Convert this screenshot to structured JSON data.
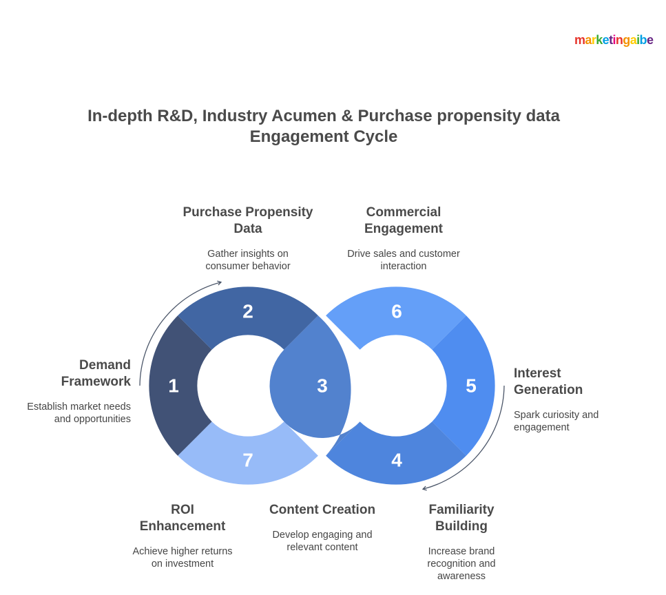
{
  "logo": {
    "text": "marketingaibe",
    "colors": [
      "#e6332a",
      "#f39200",
      "#ffcc00",
      "#3aaa35",
      "#009fe3",
      "#662483",
      "#e6007e"
    ]
  },
  "title": {
    "line1": "In-depth R&D, Industry Acumen & Purchase propensity data",
    "line2": "Engagement Cycle"
  },
  "segments": [
    {
      "number": "1",
      "color": "#415276"
    },
    {
      "number": "2",
      "color": "#4166a3"
    },
    {
      "number": "3",
      "color": "#5282ce"
    },
    {
      "number": "4",
      "color": "#4e85dd"
    },
    {
      "number": "5",
      "color": "#4f8df0"
    },
    {
      "number": "6",
      "color": "#649ff8"
    },
    {
      "number": "7",
      "color": "#97bbf8"
    }
  ],
  "stages": {
    "s1": {
      "heading_l1": "Demand",
      "heading_l2": "Framework",
      "desc_l1": "Establish market needs",
      "desc_l2": "and opportunities"
    },
    "s2": {
      "heading_l1": "Purchase Propensity",
      "heading_l2": "Data",
      "desc_l1": "Gather insights on",
      "desc_l2": "consumer behavior"
    },
    "s3": {
      "heading_l1": "Content Creation",
      "desc_l1": "Develop engaging and",
      "desc_l2": "relevant content"
    },
    "s4": {
      "heading_l1": "Familiarity",
      "heading_l2": "Building",
      "desc_l1": "Increase brand",
      "desc_l2": "recognition and",
      "desc_l3": "awareness"
    },
    "s5": {
      "heading_l1": "Interest",
      "heading_l2": "Generation",
      "desc_l1": "Spark curiosity and",
      "desc_l2": "engagement"
    },
    "s6": {
      "heading_l1": "Commercial",
      "heading_l2": "Engagement",
      "desc_l1": "Drive sales and customer",
      "desc_l2": "interaction"
    },
    "s7": {
      "heading_l1": "ROI",
      "heading_l2": "Enhancement",
      "desc_l1": "Achieve higher returns",
      "desc_l2": "on investment"
    }
  },
  "arrow_color": "#4a5568"
}
